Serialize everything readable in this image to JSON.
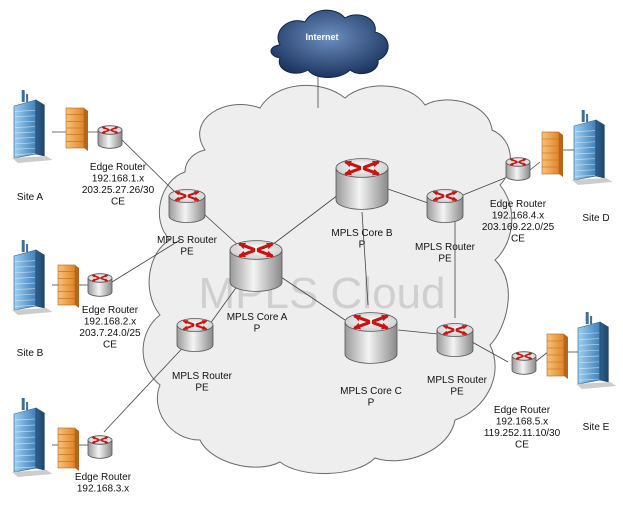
{
  "diagram": {
    "cloud_label": "MPLS Cloud",
    "internet_label": "Internet",
    "sites": [
      {
        "id": "a",
        "label": "Site A"
      },
      {
        "id": "b",
        "label": "Site B"
      },
      {
        "id": "c",
        "label": ""
      },
      {
        "id": "d",
        "label": "Site D"
      },
      {
        "id": "e",
        "label": "Site E"
      }
    ],
    "edge_routers": [
      {
        "id": "a",
        "lines": [
          "Edge Router",
          "192.168.1.x",
          "203.25.27.26/30",
          "CE"
        ]
      },
      {
        "id": "b",
        "lines": [
          "Edge Router",
          "192.168.2.x",
          "203.7.24.0/25",
          "CE"
        ]
      },
      {
        "id": "c",
        "lines": [
          "Edge Router",
          "192.168.3.x"
        ]
      },
      {
        "id": "d",
        "lines": [
          "Edge Router",
          "192.168.4.x",
          "203.169.22.0/25",
          "CE"
        ]
      },
      {
        "id": "e",
        "lines": [
          "Edge Router",
          "192.168.5.x",
          "119.252.11.10/30",
          "CE"
        ]
      }
    ],
    "pe_routers": [
      {
        "id": "pe1",
        "lines": [
          "MPLS Router",
          "PE"
        ]
      },
      {
        "id": "pe2",
        "lines": [
          "MPLS Router",
          "PE"
        ]
      },
      {
        "id": "pe3",
        "lines": [
          "MPLS Router",
          "PE"
        ]
      },
      {
        "id": "pe4",
        "lines": [
          "MPLS Router",
          "PE"
        ]
      }
    ],
    "core_routers": [
      {
        "id": "a",
        "lines": [
          "MPLS Core A",
          "P"
        ]
      },
      {
        "id": "b",
        "lines": [
          "MPLS Core B",
          "P"
        ]
      },
      {
        "id": "c",
        "lines": [
          "MPLS Core C",
          "P"
        ]
      }
    ],
    "colors": {
      "router_arrow": "#cc1111",
      "firewall": "#f0a040",
      "building": "#6aa8d8",
      "cloud_fill": "#eeeeee",
      "internet": "#2b4a78"
    }
  }
}
